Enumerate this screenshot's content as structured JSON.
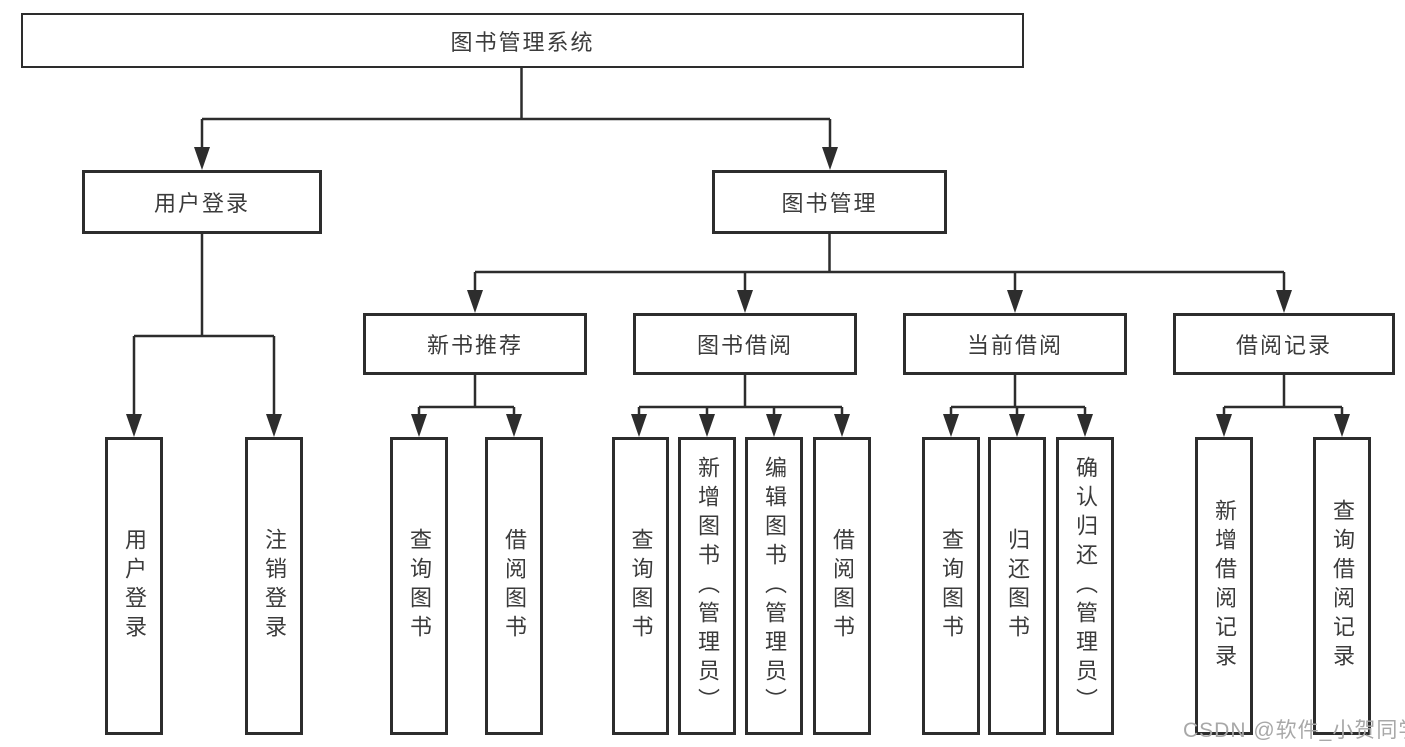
{
  "tree": {
    "root": "图书管理系统",
    "branches": [
      {
        "label": "用户登录",
        "children": [
          "用户登录",
          "注销登录"
        ]
      },
      {
        "label": "图书管理",
        "groups": [
          {
            "label": "新书推荐",
            "children": [
              "查询图书",
              "借阅图书"
            ]
          },
          {
            "label": "图书借阅",
            "children": [
              "查询图书",
              "新增图书（管理员）",
              "编辑图书（管理员）",
              "借阅图书"
            ]
          },
          {
            "label": "当前借阅",
            "children": [
              "查询图书",
              "归还图书",
              "确认归还（管理员）"
            ]
          },
          {
            "label": "借阅记录",
            "children": [
              "新增借阅记录",
              "查询借阅记录"
            ]
          }
        ]
      }
    ]
  },
  "watermark": "CSDN @软件_小贺同学",
  "colors": {
    "line": "#2d2d2d",
    "text": "#3b3b3b",
    "watermark": "#a8a8a8",
    "background": "#ffffff"
  }
}
